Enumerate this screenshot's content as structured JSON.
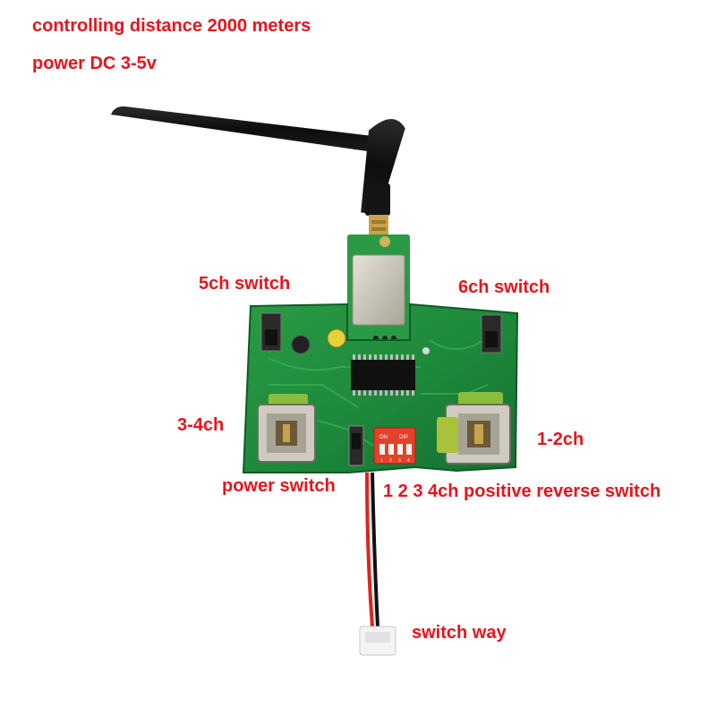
{
  "header": {
    "line1": "controlling distance 2000 meters",
    "line2": "power  DC 3-5v"
  },
  "labels": {
    "ch5": "5ch switch",
    "ch6": "6ch switch",
    "ch34": "3-4ch",
    "ch12": "1-2ch",
    "power": "power switch",
    "dip": "1 2 3 4ch positive reverse switch",
    "way": "switch way"
  },
  "dip_switch": {
    "text_on": "ON",
    "text_dip": "DIP",
    "numbers": [
      "1",
      "2",
      "3",
      "4"
    ]
  },
  "colors": {
    "label_red": "#e8141b",
    "pcb_green": "#1f8a3a"
  }
}
